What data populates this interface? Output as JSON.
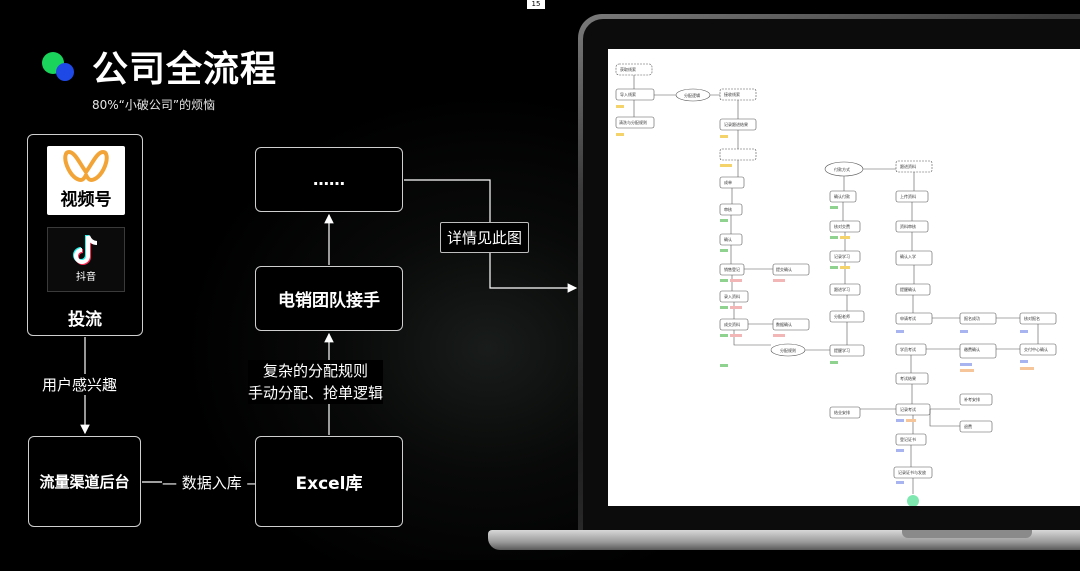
{
  "page_number": "15",
  "title": "公司全流程",
  "subtitle": "80%“小破公司”的烦恼",
  "traffic": {
    "wechat_label": "视频号",
    "douyin_label": "抖音",
    "label": "投流",
    "icons": [
      "wechat-channels-logo",
      "douyin-logo"
    ]
  },
  "flow": {
    "interest_label": "用户感兴趣",
    "channel_backend": "流量渠道后台",
    "data_entry_label": "— 数据入库 —",
    "excel": "Excel库",
    "rules_line1": "复杂的分配规则",
    "rules_line2": "手动分配、抢单逻辑",
    "telesales": "电销团队接手",
    "more": "……",
    "detail_label": "详情见此图"
  },
  "colors": {
    "accent_green": "#19d35a",
    "accent_blue": "#1f49e6",
    "background": "#000000"
  }
}
